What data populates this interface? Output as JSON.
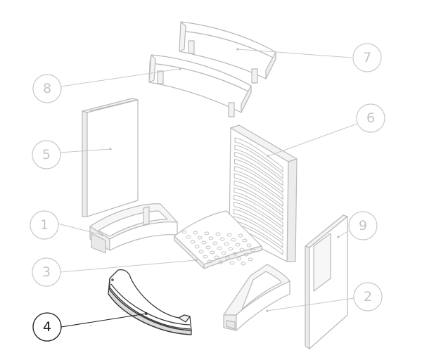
{
  "callouts": [
    {
      "id": "1",
      "label": "1",
      "highlighted": false
    },
    {
      "id": "2",
      "label": "2",
      "highlighted": false
    },
    {
      "id": "3",
      "label": "3",
      "highlighted": false
    },
    {
      "id": "4",
      "label": "4",
      "highlighted": true
    },
    {
      "id": "5",
      "label": "5",
      "highlighted": false
    },
    {
      "id": "6",
      "label": "6",
      "highlighted": false
    },
    {
      "id": "7",
      "label": "7",
      "highlighted": false
    },
    {
      "id": "8",
      "label": "8",
      "highlighted": false
    },
    {
      "id": "9",
      "label": "9",
      "highlighted": false
    }
  ],
  "colors": {
    "faded_stroke": "#c8c8c8",
    "faded_text": "#c4c4c4",
    "highlight_stroke": "#1a1a1a",
    "part_line": "#b9b9b9",
    "part_dark": "#3a3a3a"
  }
}
